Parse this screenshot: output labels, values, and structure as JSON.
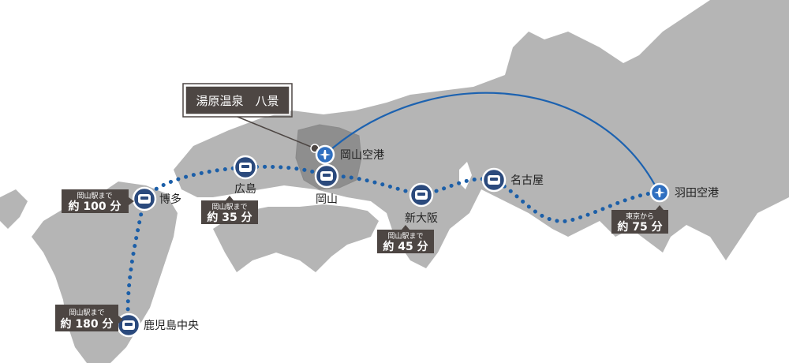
{
  "title": "湯原温泉　八景",
  "colors": {
    "land": "#b5b5b5",
    "highlight": "#8e8e8e",
    "rail_route": "#1c5fa8",
    "flight_route": "#1c62b0",
    "station_marker": "#2b4a7d",
    "airport_marker": "#2f6fc0",
    "badge": "#4d4643"
  },
  "stations": {
    "hakata": "博多",
    "hiroshima": "広島",
    "okayama": "岡山",
    "shin_osaka": "新大阪",
    "nagoya": "名古屋",
    "kagoshima": "鹿児島中央"
  },
  "airports": {
    "okayama": "岡山空港",
    "haneda": "羽田空港"
  },
  "icons": {
    "station": "train-icon",
    "airport": "airplane-icon"
  },
  "travel_times": {
    "hakata": {
      "from": "岡山駅まで",
      "time": "約 100 分"
    },
    "hiroshima": {
      "from": "岡山駅まで",
      "time": "約 35 分"
    },
    "shin_osaka": {
      "from": "岡山駅まで",
      "time": "約 45 分"
    },
    "kagoshima": {
      "from": "岡山駅まで",
      "time": "約 180 分"
    },
    "haneda": {
      "from": "東京から",
      "time": "約 75 分"
    }
  }
}
